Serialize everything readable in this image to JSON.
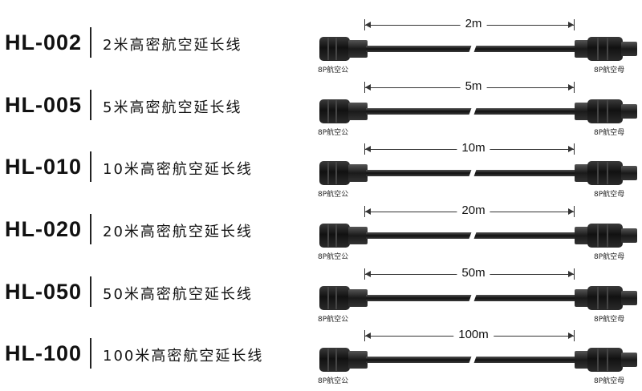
{
  "products": [
    {
      "code": "HL-002",
      "description": "2米高密航空延长线",
      "length": "2m",
      "left_connector": "8P航空公",
      "right_connector": "8P航空母"
    },
    {
      "code": "HL-005",
      "description": "5米高密航空延长线",
      "length": "5m",
      "left_connector": "8P航空公",
      "right_connector": "8P航空母"
    },
    {
      "code": "HL-010",
      "description": "10米高密航空延长线",
      "length": "10m",
      "left_connector": "8P航空公",
      "right_connector": "8P航空母"
    },
    {
      "code": "HL-020",
      "description": "20米高密航空延长线",
      "length": "20m",
      "left_connector": "8P航空公",
      "right_connector": "8P航空母"
    },
    {
      "code": "HL-050",
      "description": "50米高密航空延长线",
      "length": "50m",
      "left_connector": "8P航空公",
      "right_connector": "8P航空母"
    },
    {
      "code": "HL-100",
      "description": "100米高密航空延长线",
      "length": "100m",
      "left_connector": "8P航空公",
      "right_connector": "8P航空母"
    }
  ]
}
